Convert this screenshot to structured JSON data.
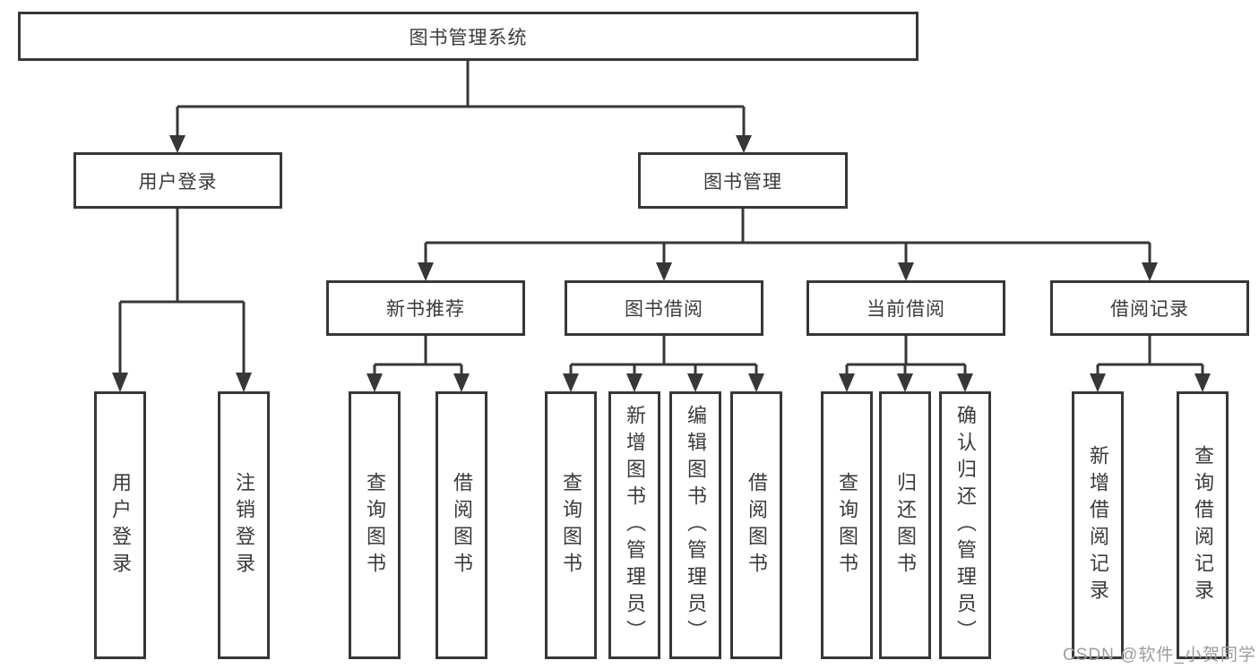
{
  "colors": {
    "line": "#373737",
    "text": "#3a3a3a",
    "box_background": "#ffffff",
    "page_background": "#ffffff",
    "watermark": "#9c9c9c"
  },
  "tree": {
    "label": "图书管理系统",
    "children": [
      {
        "label": "用户登录",
        "children": [
          {
            "label": "用户登录"
          },
          {
            "label": "注销登录"
          }
        ]
      },
      {
        "label": "图书管理",
        "children": [
          {
            "label": "新书推荐",
            "children": [
              {
                "label": "查询图书"
              },
              {
                "label": "借阅图书"
              }
            ]
          },
          {
            "label": "图书借阅",
            "children": [
              {
                "label": "查询图书"
              },
              {
                "label": "新增图书（管理员）"
              },
              {
                "label": "编辑图书（管理员）"
              },
              {
                "label": "借阅图书"
              }
            ]
          },
          {
            "label": "当前借阅",
            "children": [
              {
                "label": "查询图书"
              },
              {
                "label": "归还图书"
              },
              {
                "label": "确认归还（管理员）"
              }
            ]
          },
          {
            "label": "借阅记录",
            "children": [
              {
                "label": "新增借阅记录"
              },
              {
                "label": "查询借阅记录"
              }
            ]
          }
        ]
      }
    ]
  },
  "watermark": {
    "text": "CSDN @软件_小贺同学"
  }
}
